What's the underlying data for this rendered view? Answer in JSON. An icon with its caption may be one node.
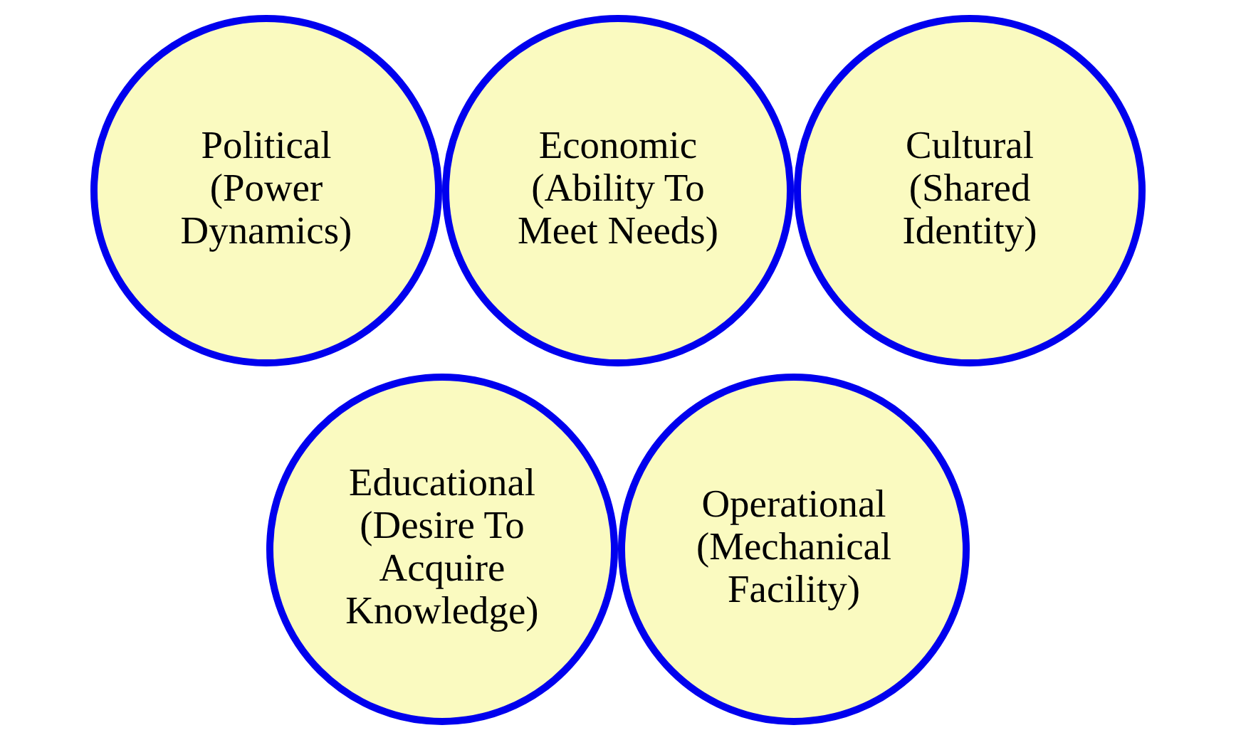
{
  "diagram": {
    "nodes": [
      {
        "text": [
          "Political",
          "(Power Dynamics)"
        ]
      },
      {
        "text": [
          "Economic",
          "(Ability To Meet Needs)"
        ]
      },
      {
        "text": [
          "Cultural",
          "(Shared Identity)"
        ]
      },
      {
        "text": [
          "Educational",
          "(Desire To Acquire Knowledge)"
        ]
      },
      {
        "text": [
          "Operational",
          "(Mechanical Facility)"
        ]
      }
    ],
    "edges": []
  }
}
